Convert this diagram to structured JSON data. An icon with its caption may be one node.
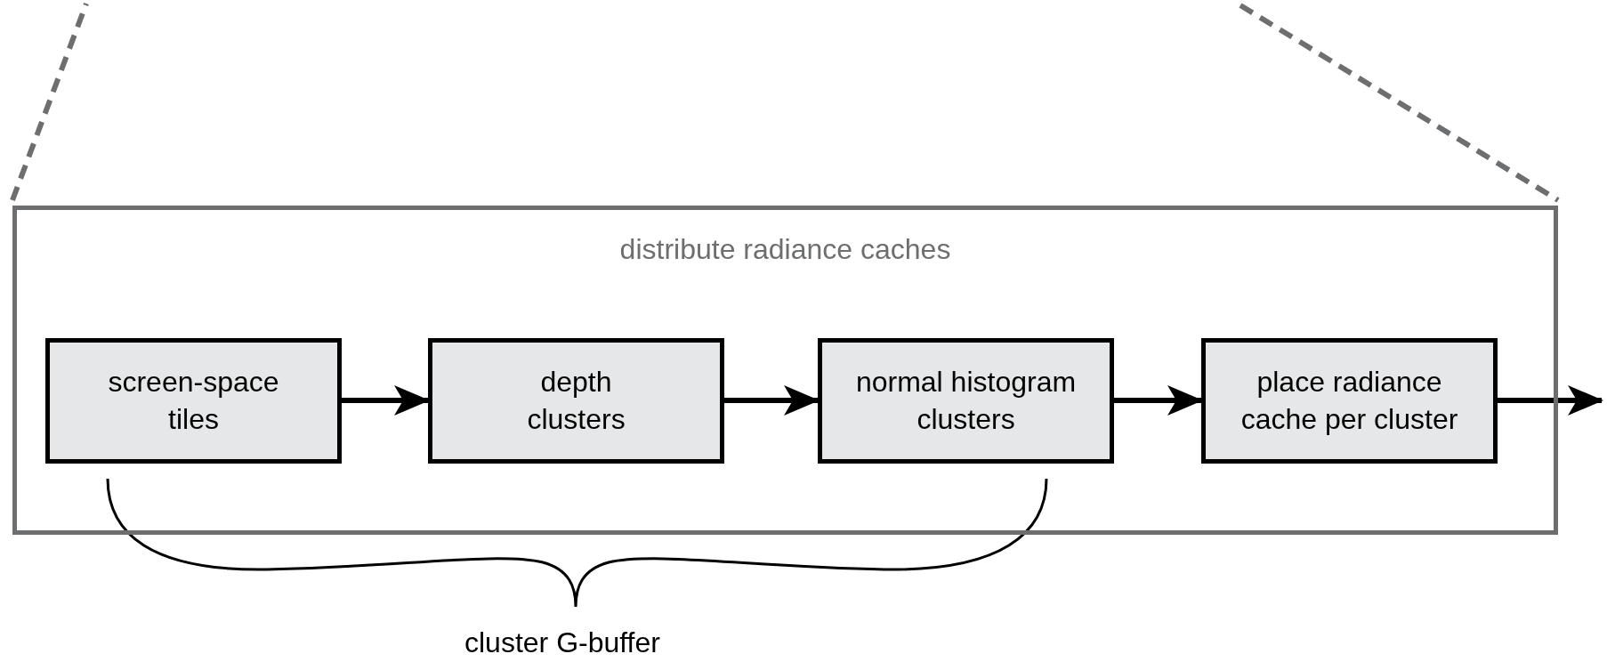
{
  "diagram": {
    "nodes": [
      {
        "text": [
          "distribute radiance caches"
        ]
      },
      {
        "text": [
          "screen-space tiles"
        ],
        "in": 0
      },
      {
        "text": [
          "depth clusters"
        ],
        "in": 0
      },
      {
        "text": [
          "normal histogram clusters"
        ],
        "in": 0
      },
      {
        "text": [
          "place radiance cache per cluster"
        ],
        "in": 0
      }
    ],
    "edges": [
      {
        "from": 1,
        "to": 2,
        "arrow": "to"
      },
      {
        "from": 2,
        "to": 3,
        "arrow": "to"
      },
      {
        "from": 3,
        "to": 4,
        "arrow": "to"
      },
      {
        "from": 4,
        "to": null,
        "arrow": "to"
      }
    ],
    "labels": [
      "cluster G-buffer"
    ]
  }
}
